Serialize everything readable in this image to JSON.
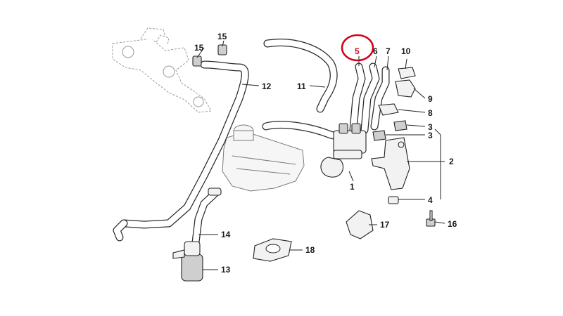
{
  "diagram": {
    "callouts": [
      {
        "id": "1",
        "label": "1"
      },
      {
        "id": "2",
        "label": "2"
      },
      {
        "id": "3a",
        "label": "3"
      },
      {
        "id": "3b",
        "label": "3"
      },
      {
        "id": "4",
        "label": "4"
      },
      {
        "id": "5",
        "label": "5",
        "highlighted": true
      },
      {
        "id": "6",
        "label": "6"
      },
      {
        "id": "7",
        "label": "7"
      },
      {
        "id": "8",
        "label": "8"
      },
      {
        "id": "9",
        "label": "9"
      },
      {
        "id": "10",
        "label": "10"
      },
      {
        "id": "11",
        "label": "11"
      },
      {
        "id": "12",
        "label": "12"
      },
      {
        "id": "13",
        "label": "13"
      },
      {
        "id": "14",
        "label": "14"
      },
      {
        "id": "15a",
        "label": "15"
      },
      {
        "id": "15b",
        "label": "15"
      },
      {
        "id": "16",
        "label": "16"
      },
      {
        "id": "17",
        "label": "17"
      },
      {
        "id": "18",
        "label": "18"
      }
    ],
    "highlight_color": "#d0021b",
    "line_color": "#222222"
  }
}
